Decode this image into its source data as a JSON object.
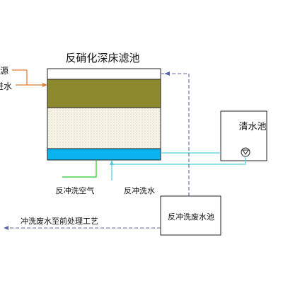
{
  "labels": {
    "title": "反硝化深床滤池",
    "carbon_source": "碳源",
    "influent": "进水",
    "clean_water_tank": "清水池",
    "backwash_air": "反冲洗空气",
    "backwash_water": "反冲洗水",
    "backwash_waste_tank": "反冲洗废水池",
    "to_pretreatment": "冲洗废水至前处理工艺"
  },
  "colors": {
    "orange_line": "#e07d33",
    "blue_line": "#55cde0",
    "green_line": "#29c52a",
    "dashed_line": "#5a67a8",
    "filter_media": "#8d8a2e",
    "water_layer": "#0bb2f0",
    "sand_layer": "#f7f4e8",
    "border": "#222222"
  },
  "icons": {
    "pump": "pump-icon"
  }
}
